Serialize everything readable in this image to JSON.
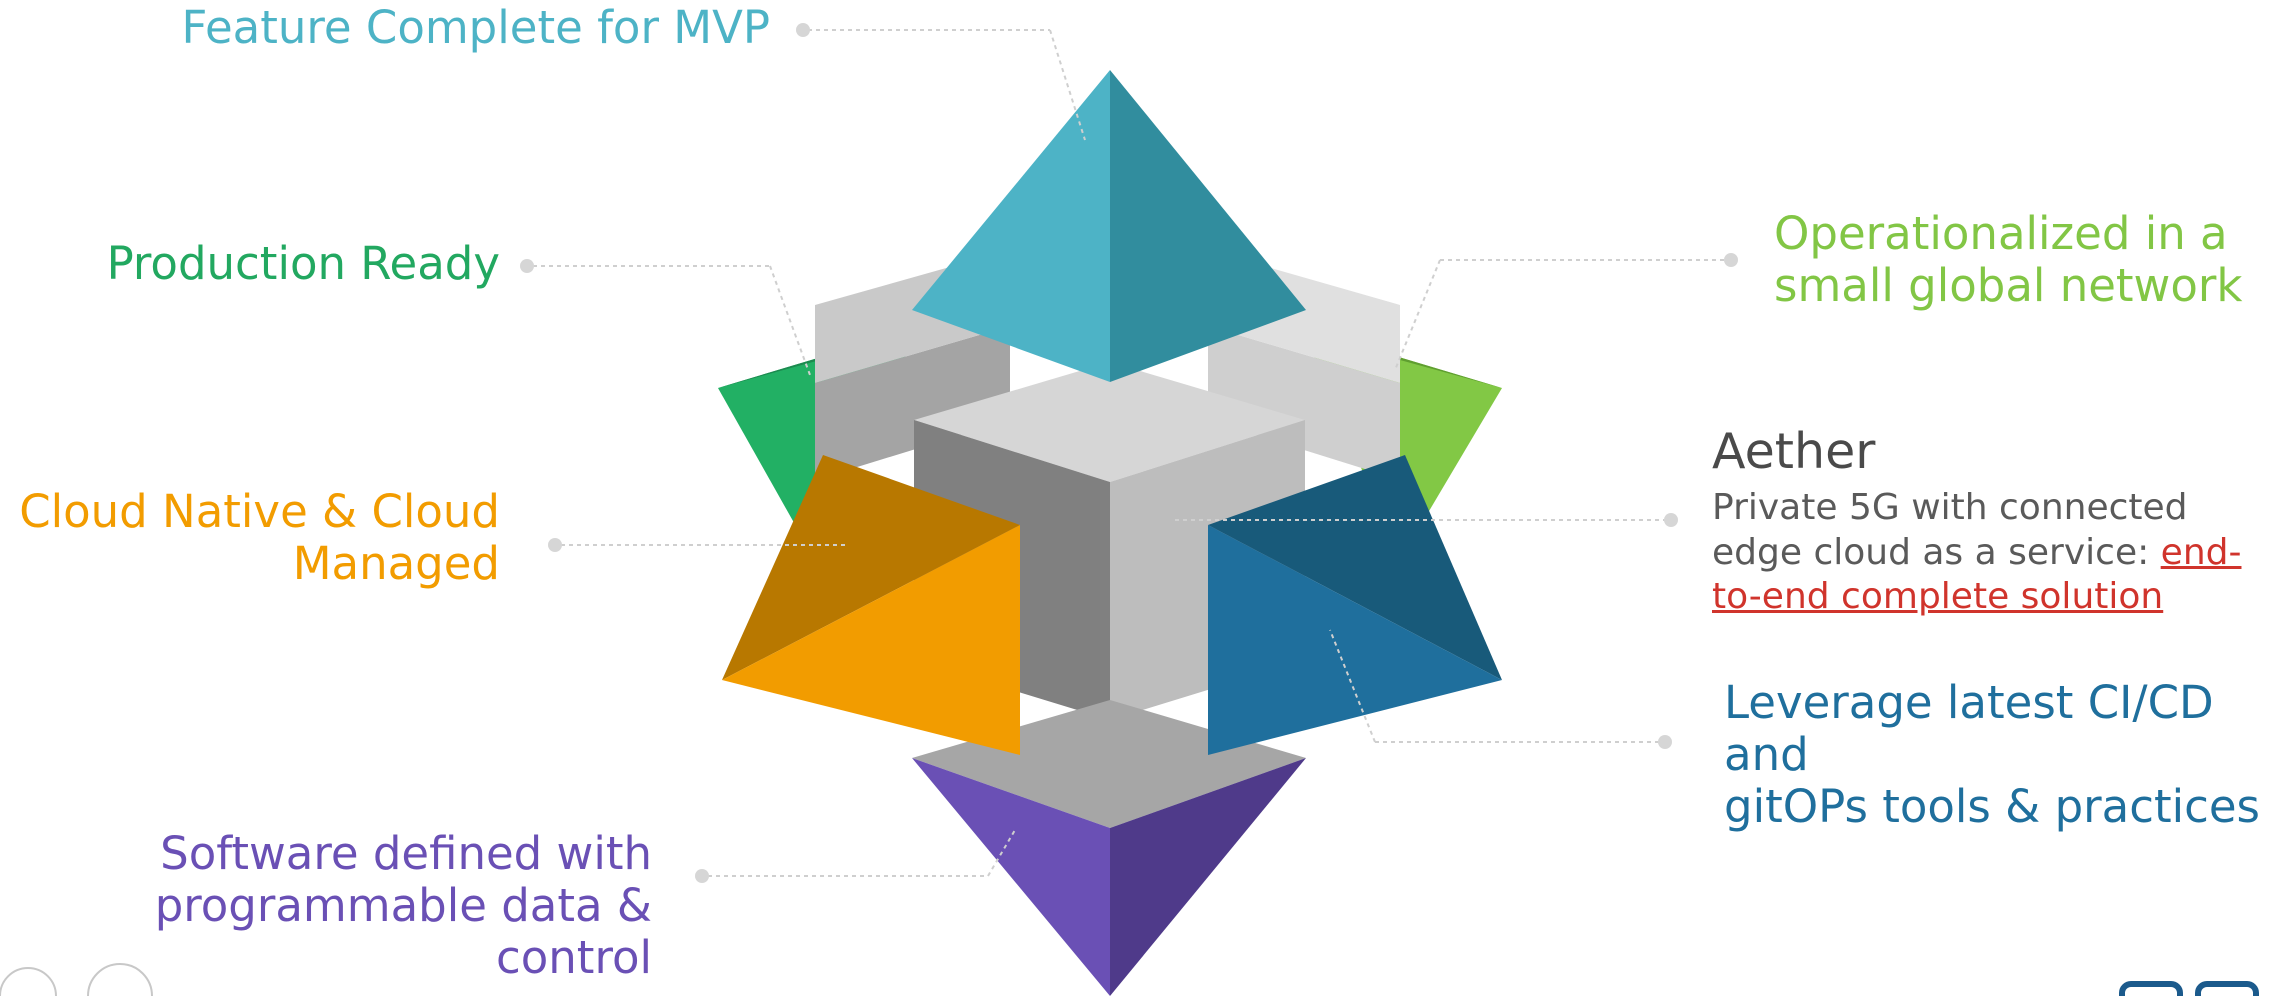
{
  "labels": {
    "mvp": "Feature Complete for MVP",
    "production": "Production Ready",
    "cloud_line1": "Cloud Native & Cloud",
    "cloud_line2": "Managed",
    "sdn_line1": "Software defined with",
    "sdn_line2": "programmable data & control",
    "ops_line1": "Operationalized in a",
    "ops_line2": "small global network",
    "cicd_line1": "Leverage latest CI/CD and",
    "cicd_line2": "gitOPs tools & practices"
  },
  "aether": {
    "title": "Aether",
    "desc_line1": "Private 5G with connected",
    "desc_line2": "edge cloud as a service: ",
    "link_text": "end-to-end complete solution"
  },
  "colors": {
    "mvp": "#4db3c6",
    "production": "#22a860",
    "cloud": "#f29c00",
    "sdn": "#6a50b5",
    "ops": "#82c645",
    "cicd": "#1f6f9d",
    "aether_title": "#4a4a4a",
    "aether_desc": "#5a5a5a",
    "link": "#d0342c"
  },
  "icons": {
    "nav_left": "circle-outline-icon",
    "nav_right": "circle-outline-icon",
    "logo": "rounded-square-logo-icon"
  }
}
